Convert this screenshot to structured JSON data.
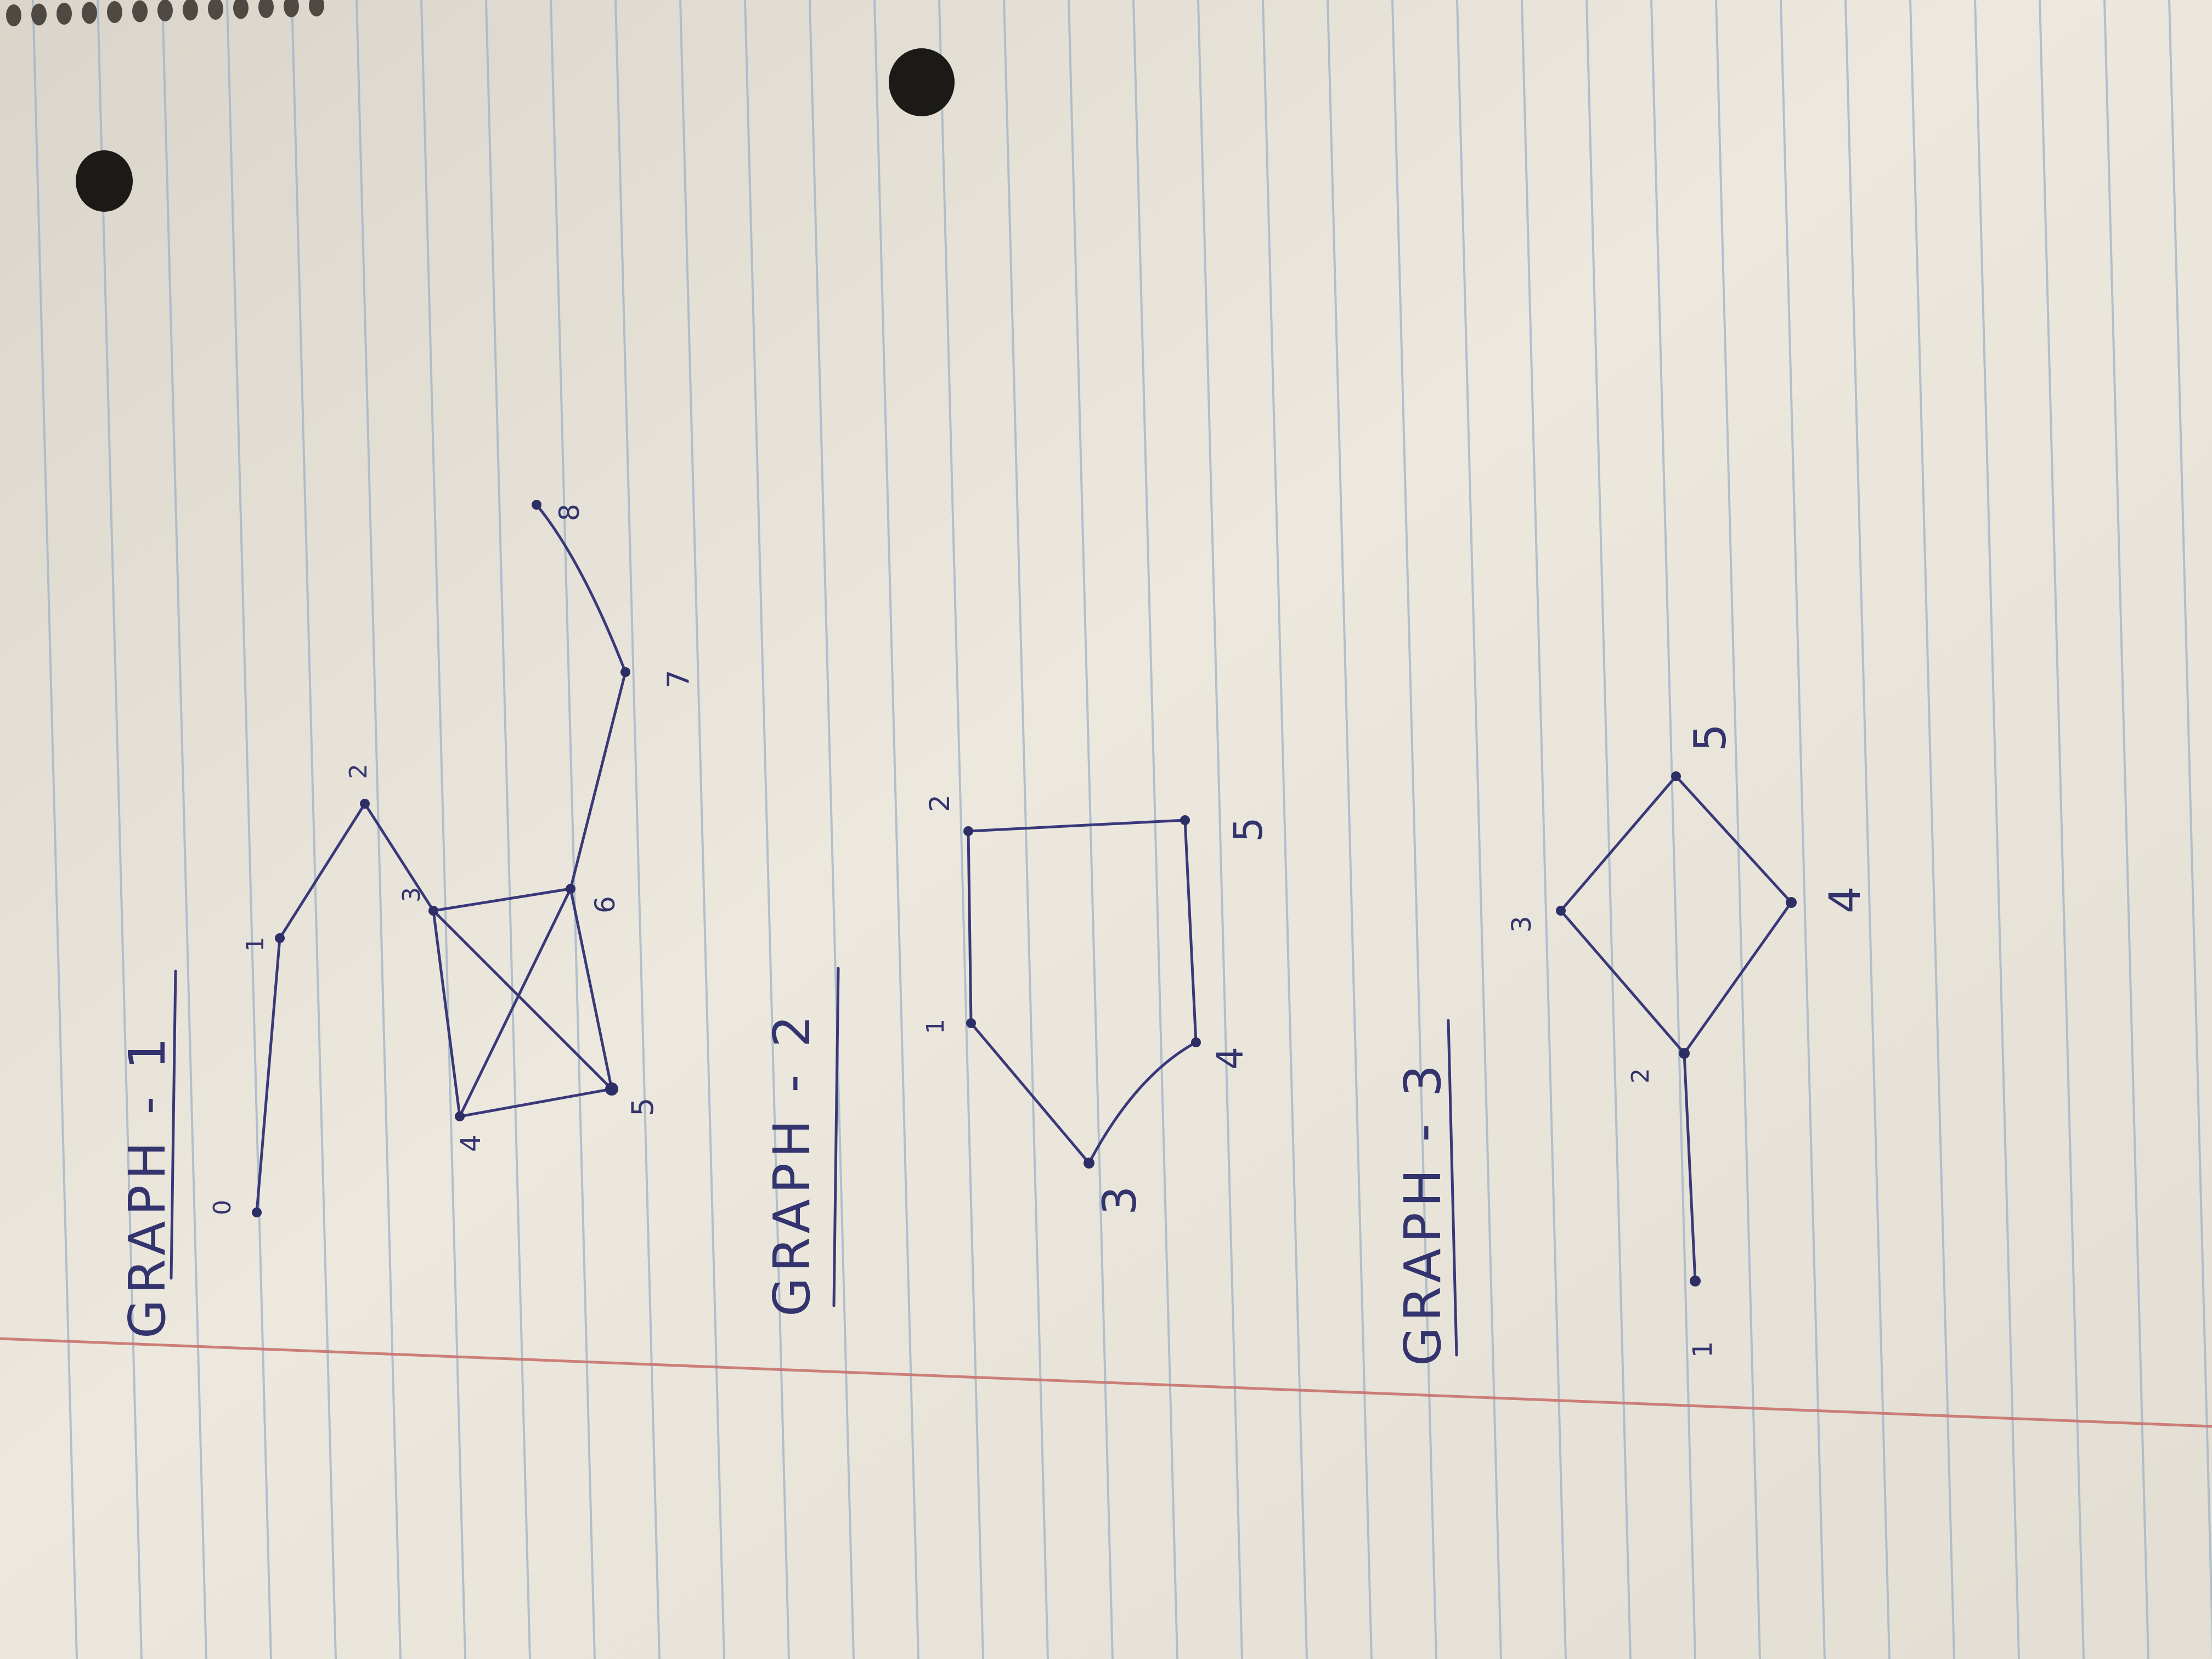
{
  "colors": {
    "paper": "#ece8de",
    "ink": "#33336e",
    "rule_line": "#9fb3c6",
    "margin_line": "#c9736f",
    "punch_hole": "#1c1a17"
  },
  "graphs": [
    {
      "title": "GRAPH - 1",
      "nodes": [
        "0",
        "1",
        "2",
        "3",
        "4",
        "5",
        "6",
        "7",
        "8"
      ],
      "edges": [
        [
          "0",
          "1"
        ],
        [
          "1",
          "2"
        ],
        [
          "2",
          "3"
        ],
        [
          "3",
          "4"
        ],
        [
          "3",
          "5"
        ],
        [
          "3",
          "6"
        ],
        [
          "4",
          "5"
        ],
        [
          "4",
          "6"
        ],
        [
          "5",
          "6"
        ],
        [
          "6",
          "7"
        ],
        [
          "7",
          "8"
        ]
      ]
    },
    {
      "title": "GRAPH - 2",
      "nodes": [
        "1",
        "2",
        "3",
        "4",
        "5"
      ],
      "edges": [
        [
          "1",
          "2"
        ],
        [
          "2",
          "5"
        ],
        [
          "5",
          "4"
        ],
        [
          "4",
          "3"
        ],
        [
          "3",
          "1"
        ]
      ]
    },
    {
      "title": "GRAPH - 3",
      "nodes": [
        "1",
        "2",
        "3",
        "4",
        "5"
      ],
      "edges": [
        [
          "1",
          "2"
        ],
        [
          "2",
          "3"
        ],
        [
          "3",
          "5"
        ],
        [
          "5",
          "4"
        ],
        [
          "4",
          "2"
        ]
      ]
    }
  ]
}
